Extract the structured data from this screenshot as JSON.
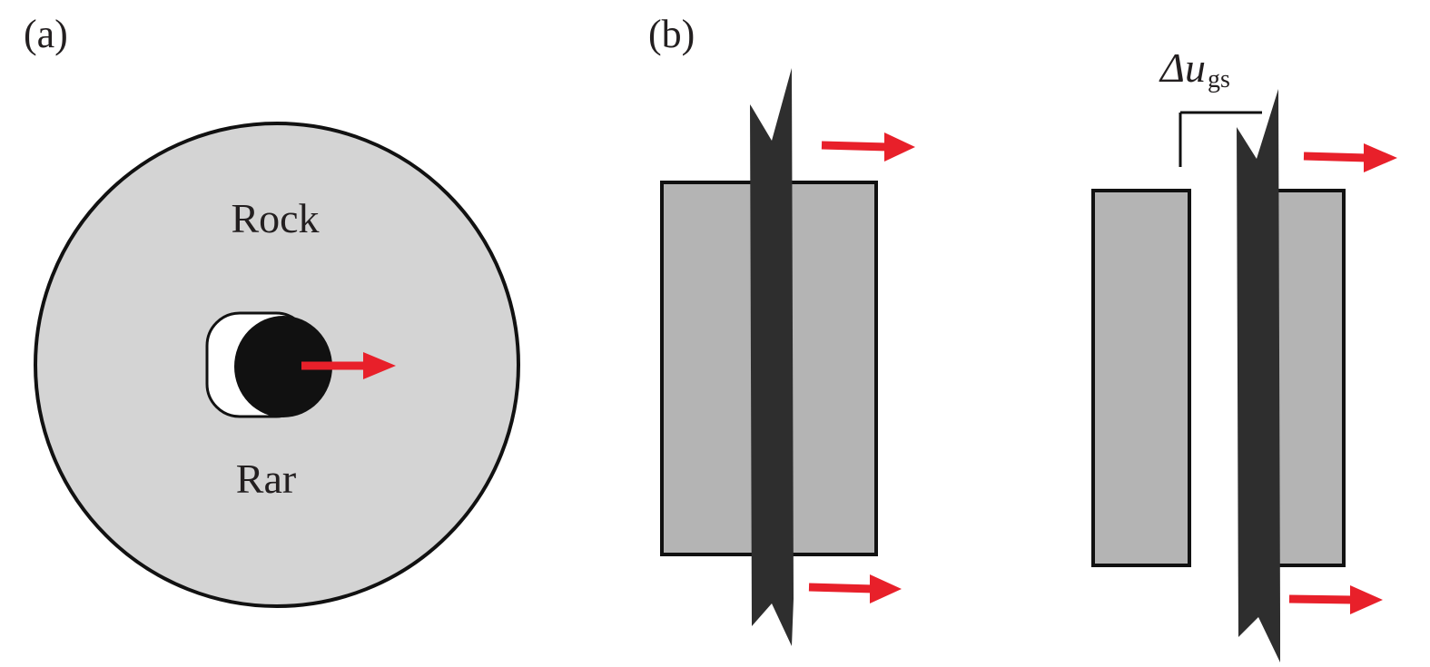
{
  "panels": {
    "a": {
      "label": "(a)",
      "outer_region_label": "Rock",
      "inner_region_label": "Rar"
    },
    "b": {
      "label": "(b)",
      "gap_label_symbol": "Δu",
      "gap_label_subscript": "gs"
    }
  },
  "colors": {
    "rock_fill": "#d4d4d4",
    "block_fill": "#b4b4b4",
    "bolt": "#2e2e2e",
    "arrow": "#e8202a",
    "outline": "#111111"
  }
}
